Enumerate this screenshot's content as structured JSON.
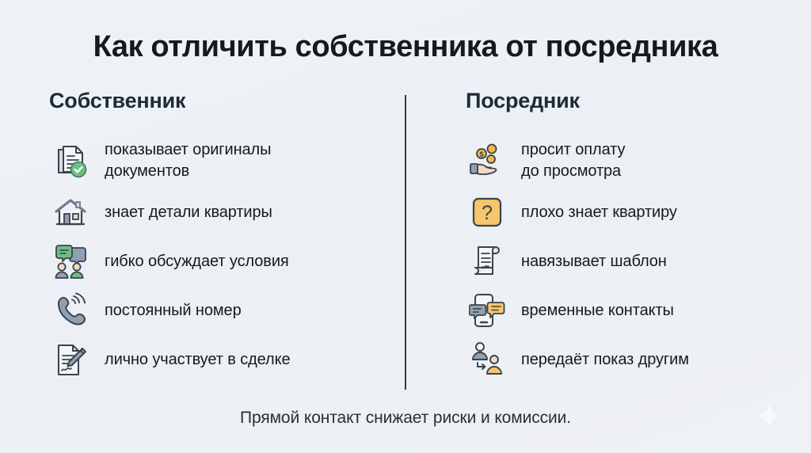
{
  "title": "Как отличить собственника от посредника",
  "columns": [
    {
      "heading": "Собственник",
      "items": [
        {
          "icon": "document-check-icon",
          "label": "показывает оригиналы\nдокументов",
          "two_line": true
        },
        {
          "icon": "house-icon",
          "label": "знает детали квартиры",
          "two_line": false
        },
        {
          "icon": "people-chat-icon",
          "label": "гибко обсуждает условия",
          "two_line": false
        },
        {
          "icon": "ringing-phone-icon",
          "label": "постоянный номер",
          "two_line": false
        },
        {
          "icon": "document-pen-icon",
          "label": "лично участвует в сделке",
          "two_line": false
        }
      ]
    },
    {
      "heading": "Посредник",
      "items": [
        {
          "icon": "hand-coins-icon",
          "label": "просит оплату\nдо просмотра",
          "two_line": true
        },
        {
          "icon": "question-box-icon",
          "label": "плохо знает квартиру",
          "two_line": false
        },
        {
          "icon": "contract-scroll-icon",
          "label": "навязывает шаблон",
          "two_line": false
        },
        {
          "icon": "phone-chat-icon",
          "label": "временные контакты",
          "two_line": false
        },
        {
          "icon": "handoff-people-icon",
          "label": "передаёт показ другим",
          "two_line": false
        }
      ]
    }
  ],
  "footer": "Прямой контакт снижает риски и комиссии.",
  "decoration": "sparkle-icon",
  "colors": {
    "background": "#eef2f6",
    "title": "#16191d",
    "heading": "#1c2b3a",
    "text": "#16191d",
    "divider": "#343a42",
    "icon_outline": "#3b434d",
    "icon_gray": "#7e8a99",
    "accent_green": "#6cbf84",
    "accent_amber": "#f0b94a",
    "skin": "#f3d9c3"
  }
}
